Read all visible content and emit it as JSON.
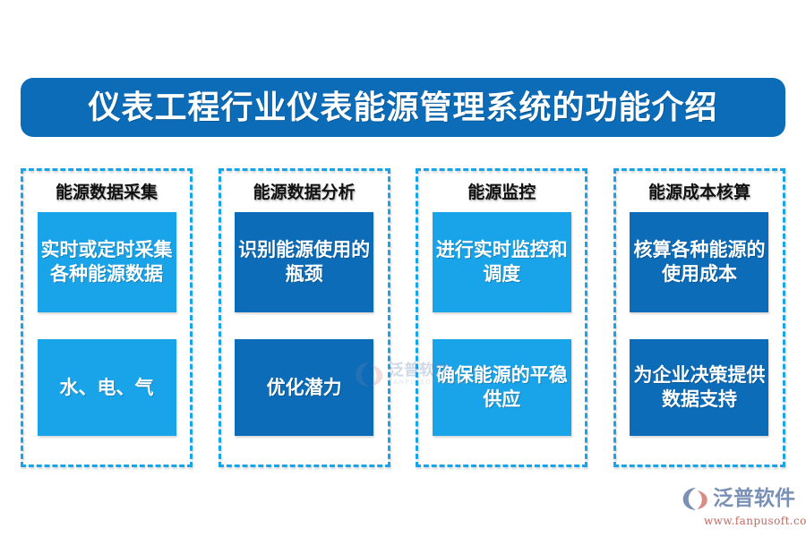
{
  "title": {
    "text": "仪表工程行业仪表能源管理系统的功能介绍"
  },
  "colors": {
    "banner_blue": "#0c6cb8",
    "dark_blue": "#0c6cb8",
    "light_blue": "#19a3e8",
    "dashed_border": "#19a3e8",
    "header_text": "#111111",
    "card_text": "#ffffff",
    "page_background": "#ffffff"
  },
  "columns": [
    {
      "header": "能源数据采集",
      "cards": [
        {
          "text": "实时或定时采集各种能源数据",
          "color": "#19a3e8",
          "tone": "light"
        },
        {
          "text": "水、电、气",
          "color": "#19a3e8",
          "tone": "light"
        }
      ]
    },
    {
      "header": "能源数据分析",
      "cards": [
        {
          "text": "识别能源使用的瓶颈",
          "color": "#0c6cb8",
          "tone": "dark"
        },
        {
          "text": "优化潜力",
          "color": "#0c6cb8",
          "tone": "dark"
        }
      ]
    },
    {
      "header": "能源监控",
      "cards": [
        {
          "text": "进行实时监控和调度",
          "color": "#19a3e8",
          "tone": "light"
        },
        {
          "text": "确保能源的平稳供应",
          "color": "#19a3e8",
          "tone": "light"
        }
      ]
    },
    {
      "header": "能源成本核算",
      "cards": [
        {
          "text": "核算各种能源的使用成本",
          "color": "#0c6cb8",
          "tone": "dark"
        },
        {
          "text": "为企业决策提供数据支持",
          "color": "#0c6cb8",
          "tone": "dark"
        }
      ]
    }
  ],
  "watermark": {
    "brand_cn": "泛普软件",
    "brand_en": "FANPU SOFTWARE"
  },
  "logo": {
    "brand_cn": "泛普软件",
    "url": "www.fanpusoft.com"
  }
}
